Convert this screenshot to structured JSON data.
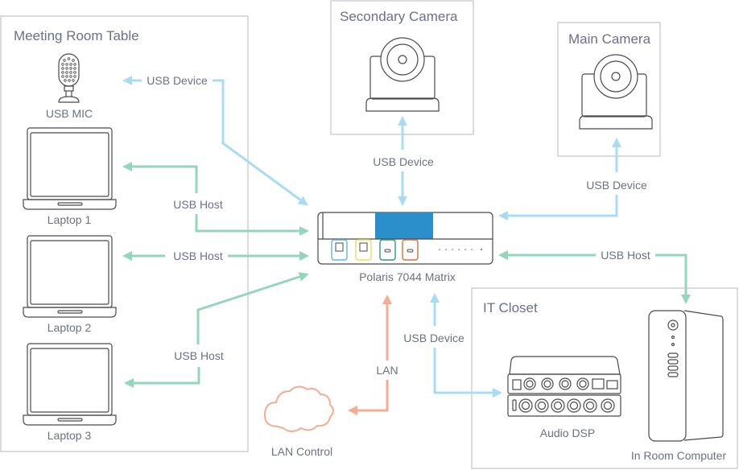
{
  "colors": {
    "usb_device": "#a9dcf3",
    "usb_host": "#93d6bb",
    "lan": "#f4ad92",
    "matrix_top": "#2b8fcb",
    "port_blue": "#5fb6e4",
    "port_yellow": "#f2dc5b",
    "port_green": "#2e9a72",
    "port_orange": "#e26c3a",
    "box_border": "#cfd0d8",
    "text": "#6b7186"
  },
  "groups": {
    "meeting_room": "Meeting Room Table",
    "secondary_camera": "Secondary Camera",
    "main_camera": "Main Camera",
    "it_closet": "IT Closet"
  },
  "devices": {
    "usb_mic": "USB MIC",
    "laptop1": "Laptop 1",
    "laptop2": "Laptop 2",
    "laptop3": "Laptop 3",
    "matrix": "Polaris 7044 Matrix",
    "lan_control": "LAN Control",
    "audio_dsp": "Audio DSP",
    "in_room_computer": "In Room Computer"
  },
  "connections": {
    "mic": "USB Device",
    "laptop1": "USB Host",
    "laptop2": "USB Host",
    "laptop3": "USB Host",
    "secondary_camera": "USB Device",
    "main_camera": "USB Device",
    "in_room_computer": "USB Host",
    "lan": "LAN",
    "audio_dsp": "USB Device"
  }
}
